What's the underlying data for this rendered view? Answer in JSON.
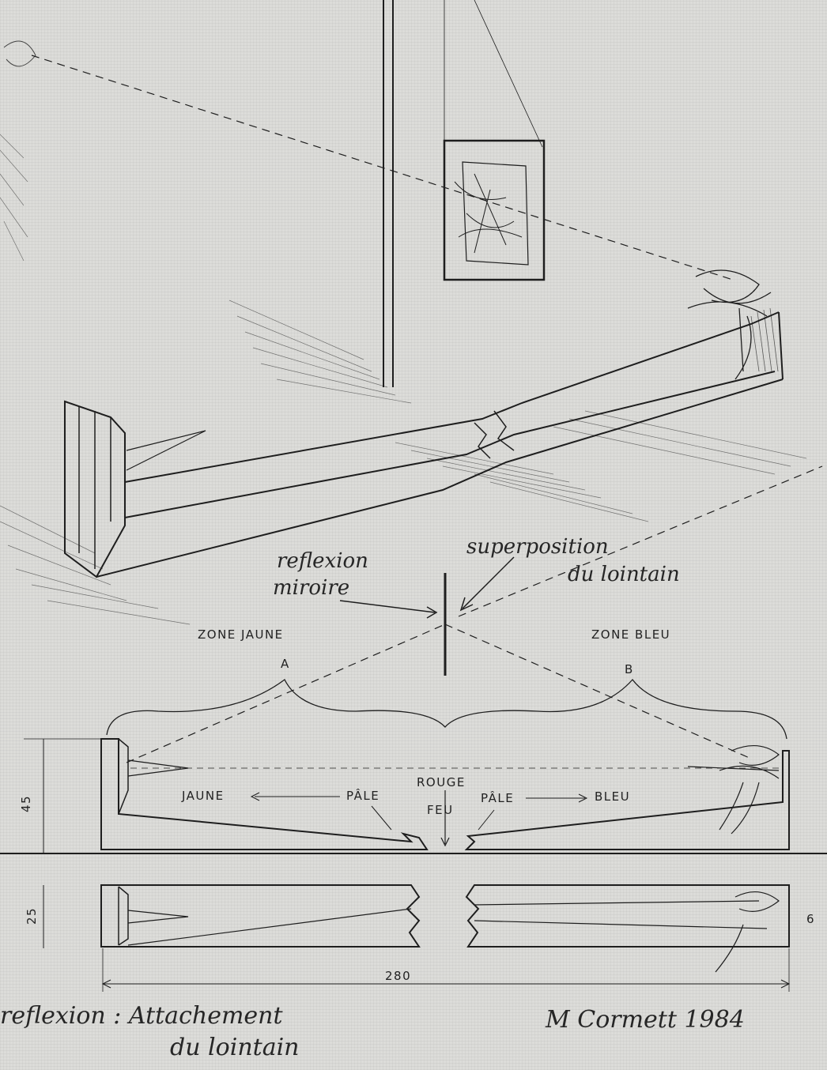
{
  "annotations": {
    "reflexion_miroir_1": "reflexion",
    "reflexion_miroir_2": "miroire",
    "superposition_1": "superposition",
    "superposition_2": "du lointain",
    "zone_jaune": "ZONE JAUNE",
    "zone_jaune_letter": "A",
    "zone_bleu": "ZONE BLEU",
    "zone_bleu_letter": "B",
    "rouge": "ROUGE",
    "feu": "FEU",
    "jaune": "JAUNE",
    "pale_left": "PÂLE",
    "pale_right": "PÂLE",
    "bleu": "BLEU"
  },
  "dimensions": {
    "height": "45",
    "depth": "25",
    "length": "280",
    "small": "6"
  },
  "caption": {
    "line1": "reflexion : Attachement",
    "line2": "du lointain"
  },
  "signature": "M Cormett 1984",
  "colors": {
    "ink": "#1e1e1e",
    "paper": "#dcdcd9"
  }
}
